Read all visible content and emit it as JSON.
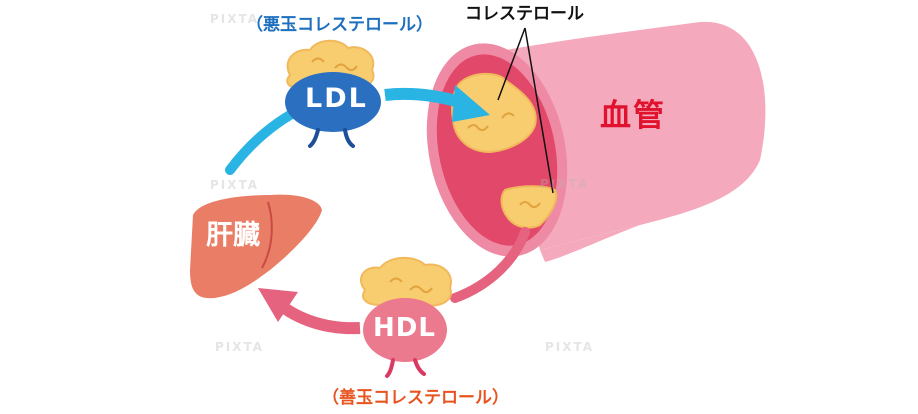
{
  "captions": {
    "ldl_caption": "（悪玉コレステロール）",
    "cholesterol_caption": "コレステロール",
    "hdl_caption": "（善玉コレステロール）"
  },
  "labels": {
    "vessel": "血管",
    "liver": "肝臓",
    "ldl": "LDL",
    "hdl": "HDL"
  },
  "watermark": "PIXTA",
  "colors": {
    "ldl_blue": "#2a6fc0",
    "ldl_caption": "#1d6fbf",
    "arrow_cyan": "#2ab4e3",
    "hdl_pink": "#ec7a8e",
    "arrow_pink": "#e5637f",
    "hdl_caption": "#e8541f",
    "liver": "#ea7d66",
    "vessel_outer": "#f2a6ba",
    "vessel_inner": "#e24a6b",
    "vessel_label": "#e0122d",
    "cholesterol": "#f7cd6f"
  }
}
